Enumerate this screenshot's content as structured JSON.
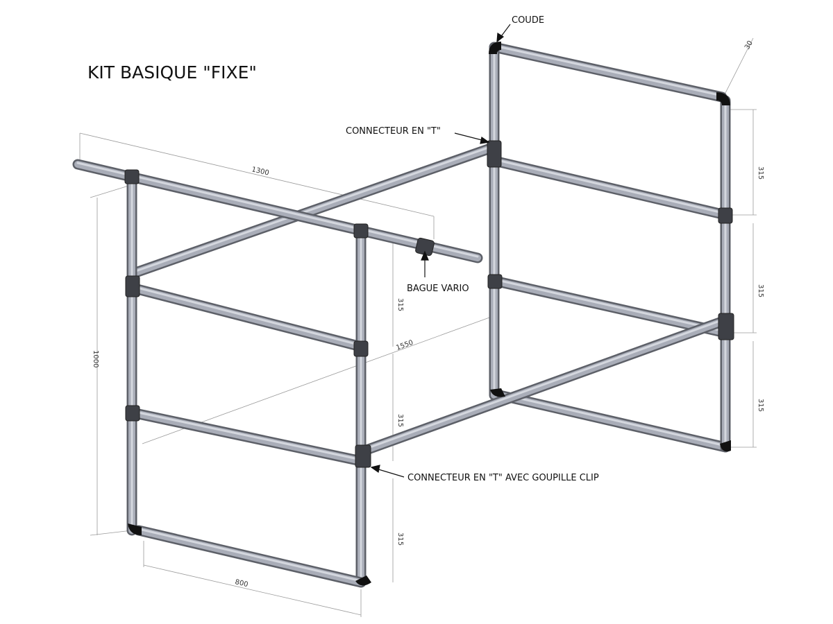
{
  "title": "KIT BASIQUE \"FIXE\"",
  "labels": {
    "coude": "COUDE",
    "connecteur_t": "CONNECTEUR EN \"T\"",
    "bague_vario": "BAGUE VARIO",
    "connecteur_t_clip": "CONNECTEUR EN \"T\" AVEC GOUPILLE CLIP"
  },
  "dimensions": {
    "radius": "30",
    "length_top": "1300",
    "depth": "1550",
    "height": "1000",
    "width_bottom": "800",
    "spacing_back_1": "315",
    "spacing_back_2": "315",
    "spacing_back_3": "315",
    "spacing_front_1": "315",
    "spacing_front_2": "315",
    "spacing_front_3": "315"
  }
}
